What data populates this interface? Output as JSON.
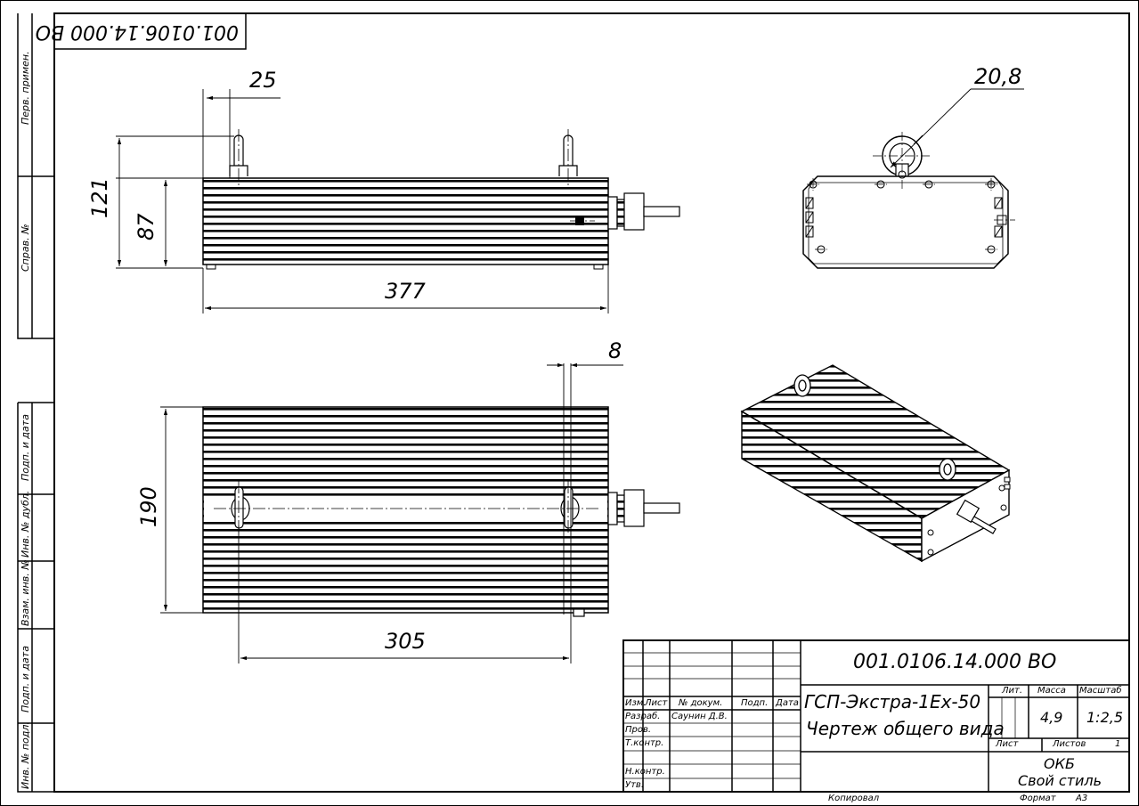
{
  "corner_stamp": "001.0106.14.000 ВО",
  "dimensions": {
    "d25": "25",
    "d121": "121",
    "d87": "87",
    "d377": "377",
    "d8": "8",
    "d190": "190",
    "d305": "305",
    "d20_8": "20,8"
  },
  "side_margin": {
    "perv_primen": "Перв. примен.",
    "sprav_no": "Справ. №",
    "podp_data_1": "Подп. и дата",
    "inv_dubl": "Инв. № дубл.",
    "vzam_inv": "Взам. инв. №",
    "podp_data_2": "Подп. и дата",
    "inv_podl": "Инв. № подл."
  },
  "title_block": {
    "designation": "001.0106.14.000 ВО",
    "name_line1": "ГСП-Экстра-1Ex-50",
    "name_line2": "Чертеж общего вида",
    "headers": {
      "izm": "Изм.",
      "list": "Лист",
      "dokum": "№ докум.",
      "podp": "Подп.",
      "data": "Дата"
    },
    "roles": {
      "razrab": "Разраб.",
      "prov": "Пров.",
      "tkontr": "Т.контр.",
      "nkontr": "Н.контр.",
      "utv": "Утв."
    },
    "developer": "Саунин Д.В.",
    "lit_label": "Лит.",
    "mass_label": "Масса",
    "scale_label": "Масштаб",
    "mass": "4,9",
    "scale": "1:2,5",
    "sheet_label": "Лист",
    "sheets_label": "Листов",
    "sheets": "1",
    "org1": "ОКБ",
    "org2": "Свой стиль",
    "copied": "Копировал",
    "format_label": "Формат",
    "format": "А3"
  }
}
